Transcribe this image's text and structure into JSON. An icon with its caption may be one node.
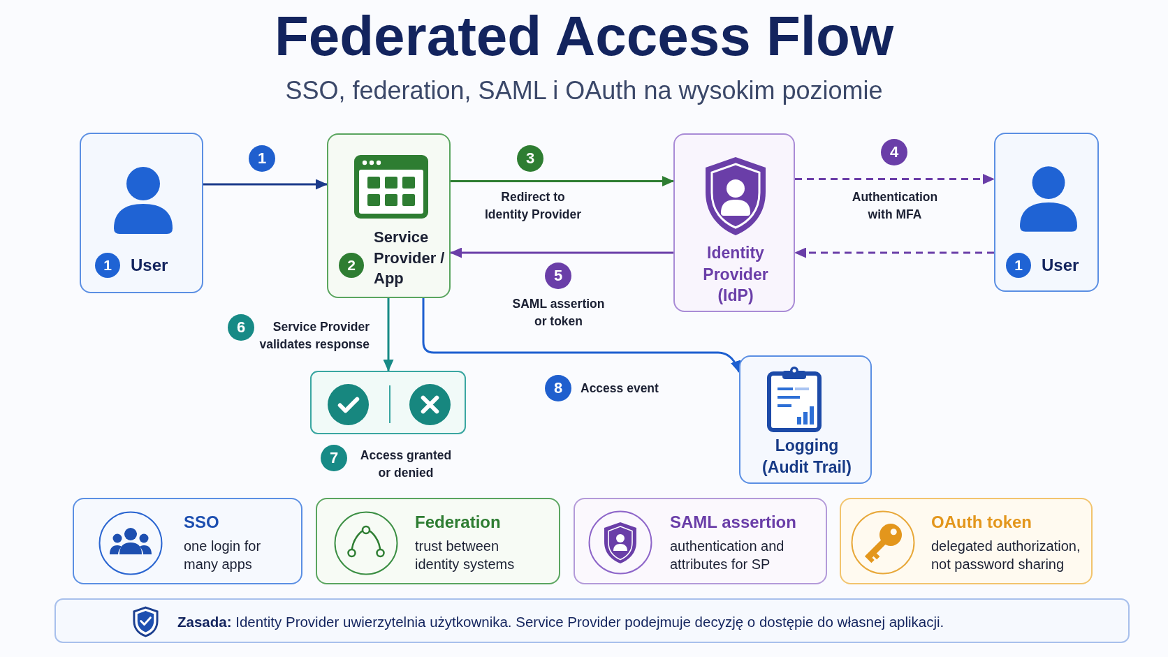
{
  "diagram": {
    "title": "Federated Access Flow",
    "nodes": [
      {
        "text": [
          "1",
          "User"
        ]
      },
      {
        "text": [
          "2",
          "Service Provider / App"
        ]
      },
      {
        "text": [
          "Identity Provider (IdP)"
        ]
      },
      {
        "text": [
          "1",
          "User"
        ]
      },
      {
        "text": [],
        "shape": "box",
        "beside": [
          "Access granted or denied"
        ]
      },
      {
        "text": [
          "Logging (Audit Trail)"
        ]
      },
      {
        "text": [
          "SSO",
          "one login for many apps"
        ]
      },
      {
        "text": [
          "Federation",
          "trust between identity systems"
        ]
      },
      {
        "text": [
          "SAML assertion",
          "authentication and attributes for SP"
        ]
      },
      {
        "text": [
          "OAuth token",
          "delegated authorization, not password sharing"
        ]
      },
      {
        "text": [
          "**Zasada:** Identity Provider uwierzytelnia użytkownika. Service Provider podejmuje decyzję o dostępie do własnej aplikacji."
        ]
      }
    ],
    "edges": [
      {
        "from": 0,
        "to": 1,
        "arrow": "to",
        "color": "#1b3a8a"
      },
      {
        "from": 1,
        "to": 2,
        "arrow": "to",
        "label": "Redirect to Identity Provider",
        "color": "#2e7d32"
      },
      {
        "from": 2,
        "to": 3,
        "arrow": "to",
        "label": "Authentication with MFA",
        "style": "dashed",
        "color": "#6a3ea8"
      },
      {
        "from": 3,
        "to": 2,
        "arrow": "to",
        "style": "dashed",
        "color": "#6a3ea8"
      },
      {
        "from": 2,
        "to": 1,
        "arrow": "to",
        "label": "SAML assertion or token",
        "color": "#6a3ea8"
      },
      {
        "from": 1,
        "to": 4,
        "arrow": "to",
        "label": "Service Provider validates response",
        "color": "#178a86"
      },
      {
        "from": 1,
        "to": 5,
        "arrow": "to",
        "label": "Access event",
        "color": "#1d5fd0"
      }
    ],
    "labels": [
      "SSO, federation, SAML i OAuth na wysokim poziomie",
      "1",
      "3",
      "4",
      "5",
      "6",
      "8",
      "7"
    ]
  }
}
